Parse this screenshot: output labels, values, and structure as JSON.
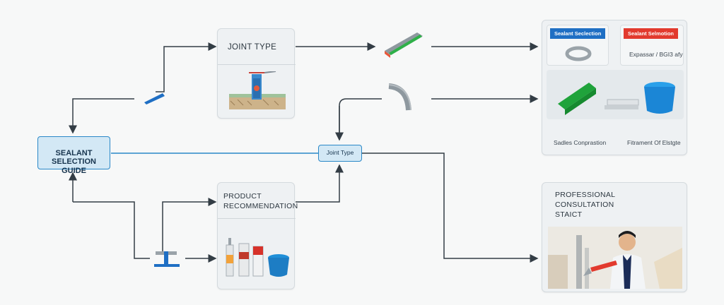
{
  "guide": {
    "label": "SEALANT\nSELECTION\nGUIDE"
  },
  "joint_card": {
    "title": "JOINT TYPE"
  },
  "product_card": {
    "title": "PRODUCT\nRECOMMENDATION"
  },
  "joint_chip": {
    "label": "Joint Type"
  },
  "selection_panel": {
    "tag_blue": "Sealant Seclection",
    "tag_red": "Sealant Selmotion",
    "expansion_text": "Expassar / BGI3 afy",
    "caption_left": "Sadles Conprastion",
    "caption_right": "Fitrament Of Elstgte"
  },
  "consult_card": {
    "title": "PROFESSIONAL\nCONSULTATION\nSTAICT"
  },
  "colors": {
    "accent_blue": "#2a88c8",
    "tag_blue": "#1f6fc4",
    "tag_red": "#e23a2e",
    "line": "#333d45",
    "green": "#1fa33b"
  }
}
